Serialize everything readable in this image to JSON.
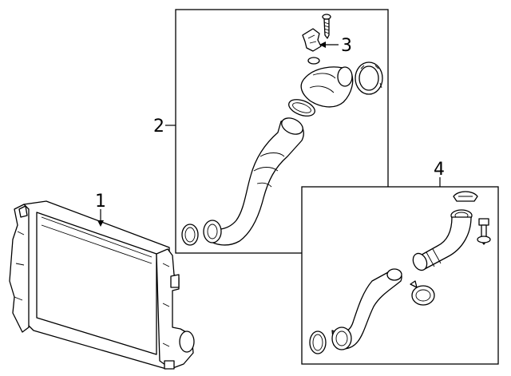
{
  "callouts": {
    "c1": "1",
    "c2": "2",
    "c3": "3",
    "c4": "4"
  },
  "colors": {
    "line": "#000000",
    "background": "#ffffff"
  }
}
